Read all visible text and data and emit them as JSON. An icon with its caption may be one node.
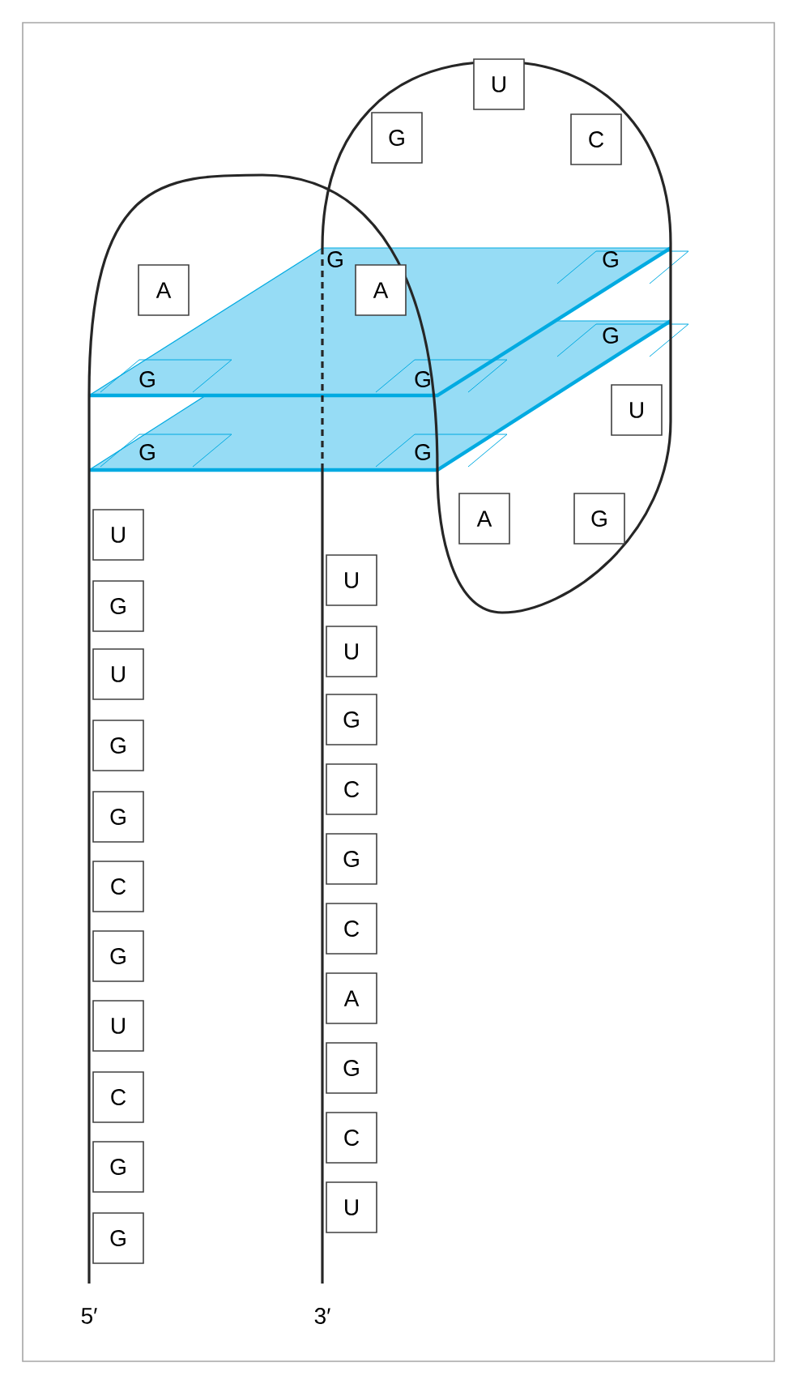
{
  "diagram": {
    "nodes": [
      {
        "text": [
          "U"
        ]
      },
      {
        "text": [
          "G"
        ]
      },
      {
        "text": [
          "C"
        ]
      },
      {
        "text": [
          "A"
        ]
      },
      {
        "text": [
          "A"
        ]
      },
      {
        "text": [
          "U"
        ]
      },
      {
        "text": [
          "A"
        ]
      },
      {
        "text": [
          "G"
        ]
      },
      {
        "text": [
          "U"
        ]
      },
      {
        "text": [
          "G"
        ]
      },
      {
        "text": [
          "U"
        ]
      },
      {
        "text": [
          "G"
        ]
      },
      {
        "text": [
          "G"
        ]
      },
      {
        "text": [
          "C"
        ]
      },
      {
        "text": [
          "G"
        ]
      },
      {
        "text": [
          "U"
        ]
      },
      {
        "text": [
          "C"
        ]
      },
      {
        "text": [
          "G"
        ]
      },
      {
        "text": [
          "G"
        ]
      },
      {
        "text": [
          "U"
        ]
      },
      {
        "text": [
          "U"
        ]
      },
      {
        "text": [
          "G"
        ]
      },
      {
        "text": [
          "C"
        ]
      },
      {
        "text": [
          "G"
        ]
      },
      {
        "text": [
          "C"
        ]
      },
      {
        "text": [
          "A"
        ]
      },
      {
        "text": [
          "G"
        ]
      },
      {
        "text": [
          "C"
        ]
      },
      {
        "text": [
          "U"
        ]
      }
    ],
    "labels": [
      "G",
      "G",
      "G",
      "G",
      "G",
      "G",
      "G",
      "5′",
      "3′"
    ]
  }
}
